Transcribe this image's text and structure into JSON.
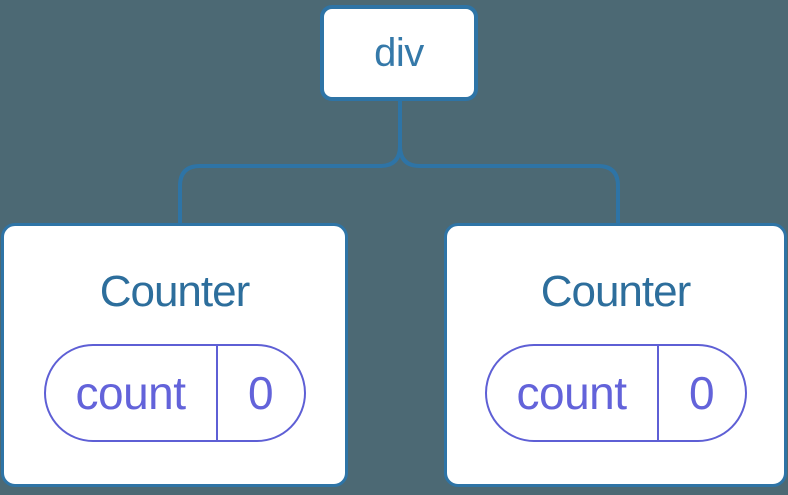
{
  "colors": {
    "background": "#4c6974",
    "connector": "#2e74a6",
    "node_stroke": "#2e74a6",
    "node_fill": "#ffffff",
    "root_label_color": "#3579a9",
    "title_color": "#2d6e9c",
    "state_accent": "#5e5fd5",
    "state_text": "#6363da"
  },
  "tree": {
    "root": {
      "label": "div"
    },
    "children": [
      {
        "name": "Counter",
        "state_pill": {
          "key": "count",
          "value": "0"
        }
      },
      {
        "name": "Counter",
        "state_pill": {
          "key": "count",
          "value": "0"
        }
      }
    ]
  }
}
